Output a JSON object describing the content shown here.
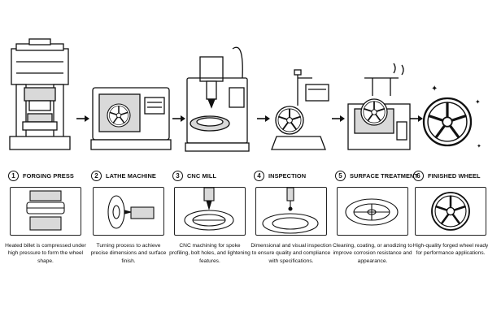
{
  "colors": {
    "ink": "#111111",
    "shade": "#d9d9d9",
    "background": "#ffffff"
  },
  "steps": [
    {
      "number": "1",
      "title": "FORGING PRESS",
      "description": "Heated billet is compressed under high pressure to form the wheel shape.",
      "icon": "forging-press-icon"
    },
    {
      "number": "2",
      "title": "LATHE MACHINE",
      "description": "Turning process to achieve precise dimensions and surface finish.",
      "icon": "lathe-machine-icon"
    },
    {
      "number": "3",
      "title": "CNC MILL",
      "description": "CNC machining for spoke profiling, bolt holes, and lightening features.",
      "icon": "cnc-mill-icon"
    },
    {
      "number": "4",
      "title": "INSPECTION",
      "description": "Dimensional and visual inspection to ensure quality and compliance with specifications.",
      "icon": "inspection-probe-icon"
    },
    {
      "number": "5",
      "title": "SURFACE TREATMENT",
      "description": "Cleaning, coating, or anodizing to improve corrosion resistance and appearance.",
      "icon": "surface-treatment-icon"
    },
    {
      "number": "6",
      "title": "FINISHED WHEEL",
      "description": "High-quality forged wheel ready for performance applications.",
      "icon": "finished-wheel-icon"
    }
  ]
}
